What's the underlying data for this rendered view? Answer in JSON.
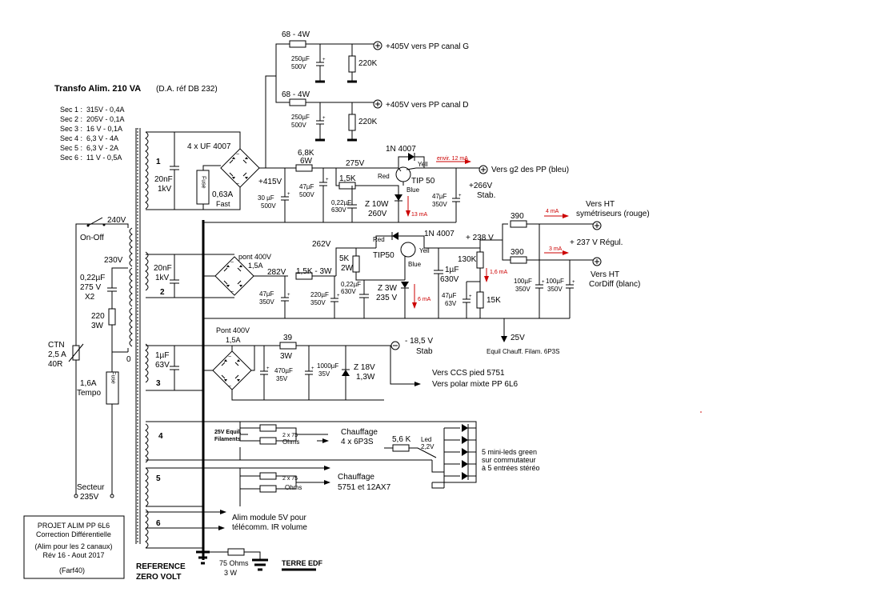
{
  "title": {
    "main": "Transfo  Alim.  210 VA",
    "ref": "(D.A. réf DB 232)"
  },
  "secondaries": [
    {
      "label": "Sec 1 :",
      "value": "315V - 0,4A"
    },
    {
      "label": "Sec 2 :",
      "value": "205V - 0,1A"
    },
    {
      "label": "Sec 3 :",
      "value": "16 V - 0,1A"
    },
    {
      "label": "Sec 4 :",
      "value": "6,3 V - 4A"
    },
    {
      "label": "Sec 5 :",
      "value": "6,3 V - 2A"
    },
    {
      "label": "Sec 6 :",
      "value": "11 V - 0,5A"
    }
  ],
  "project_box": {
    "l1": "PROJET ALIM    PP 6L6",
    "l2": "Correction Différentielle",
    "l3": "(Alim pour les 2 canaux)",
    "l4": "Rév 16    -     Aout 2017",
    "l5": "(Farf40)"
  },
  "reference": {
    "l1": "REFERENCE",
    "l2": "ZERO  VOLT"
  },
  "terre": "TERRE EDF",
  "earth_res": {
    "r": "75 Ohms",
    "w": "3 W"
  },
  "primary": {
    "on_off": "On-Off",
    "v240": "240V",
    "v230": "230V",
    "zero": "0",
    "cap1": "0,22µF",
    "cap2": "275 V",
    "cap3": "X2",
    "r1": "220",
    "r2": "3W",
    "ctn1": "CTN",
    "ctn2": "2,5 A",
    "ctn3": "40R",
    "fuse1": "1,6A",
    "fuse2": "Tempo",
    "fuse_word": "Fuse",
    "secteur1": "Secteur",
    "secteur2": "235V"
  },
  "sec_numbers": [
    "1",
    "2",
    "3",
    "4",
    "5",
    "6"
  ],
  "sec1": {
    "c1": "20nF",
    "c2": "1kV",
    "bridge": "4 x UF 4007",
    "fuse": "0,63A",
    "fuse2": "Fast",
    "fuse_word": "Fuse",
    "v415": "+415V",
    "c30a": "30 µF",
    "c30b": "500V",
    "r68k": "6,8K",
    "r68k_w": "6W",
    "c47a": "47µF",
    "c47b": "500V",
    "v275": "275V",
    "r15k": "1,5K",
    "c022a": "0,22µF",
    "c022b": "630V",
    "z10a": "Z 10W",
    "z10b": "260V",
    "diode": "1N 4007",
    "red": "Red",
    "yell": "Yell",
    "blue": "Blue",
    "tip": "TIP 50",
    "out_v": "+266V",
    "out_stab": "Stab.",
    "c47c": "47µF",
    "c47d": "350V",
    "g2": "Vers g2 des PP  (bleu)",
    "i12": "envir. 12 mA",
    "i13": "13 mA"
  },
  "top": {
    "r1": "68 - 4W",
    "r2": "68 - 4W",
    "ca1": "250µF",
    "ca2": "500V",
    "cb1": "250µF",
    "cb2": "500V",
    "rk1": "220K",
    "rk2": "220K",
    "outg": "+405V vers PP canal G",
    "outd": "+405V vers PP canal D"
  },
  "sec2": {
    "c1": "20nF",
    "c2": "1kV",
    "bridge1": "pont 400V",
    "bridge2": "1,5A",
    "v282": "282V",
    "r15k": "1,5K - 3W",
    "c47a": "47µF",
    "c47b": "350V",
    "c220a": "220µF",
    "c220b": "350V",
    "c022a": "0,22µF",
    "c022b": "630V",
    "v262": "262V",
    "r5k": "5K",
    "r5k_w": "2W",
    "tip": "TIP50",
    "red": "Red",
    "yell": "Yell",
    "blue": "Blue",
    "diode": "1N 4007",
    "z3a": "Z 3W",
    "z3b": "235 V",
    "i6": "6 mA",
    "v238": "+ 238 V",
    "c1a": "1µF",
    "c1b": "630V",
    "r130": "130K",
    "i16": "1,6 mA",
    "c47c": "47µF",
    "c47d": "63V",
    "r15": "15K",
    "r390a": "390",
    "r390b": "390",
    "c100a1": "100µF",
    "c100a2": "350V",
    "c100b1": "100µF",
    "c100b2": "350V",
    "i4": "4 mA",
    "i3": "3 mA",
    "ht1a": "Vers HT",
    "ht1b": "symétriseurs  (rouge)",
    "v237": "+ 237 V Régul.",
    "ht2a": "Vers HT",
    "ht2b": "CorDiff   (blanc)",
    "v25": "25V",
    "equil": "Equil Chauff. Filam.  6P3S"
  },
  "sec3": {
    "c1": "1µF",
    "c2": "63V",
    "bridge1": "Pont 400V",
    "bridge2": "1,5A",
    "r39": "39",
    "r39w": "3W",
    "c470a": "470µF",
    "c470b": "35V",
    "c1000a": "1000µF",
    "c1000b": "35V",
    "z18a": "Z 18V",
    "z18b": "1,3W",
    "v": "- 18,5 V",
    "stab": "Stab",
    "ccs": "Vers CCS pied 5751",
    "polar": "Vers polar mixte PP 6L6"
  },
  "sec4": {
    "equil1": "25V Equil.",
    "equil2": "Filaments",
    "r2x75": "2 x 75",
    "ohms": "Ohms",
    "ch1": "Chauffage",
    "ch2": "4  x  6P3S",
    "r56": "5,6 K",
    "led1": "Led",
    "led2": "2,2V",
    "leds1": "5 mini-leds green",
    "leds2": "sur commutateur",
    "leds3": "à 5 entrées stéréo"
  },
  "sec5": {
    "r2x75": "2 x 75",
    "ohms": "Ohms",
    "ch1": "Chauffage",
    "ch2": "5751 et 12AX7"
  },
  "sec6": {
    "l1": "Alim module 5V  pour",
    "l2": "télécomm.  IR volume"
  },
  "colors": {
    "wire": "#000000",
    "annotation": "#cc0000"
  }
}
